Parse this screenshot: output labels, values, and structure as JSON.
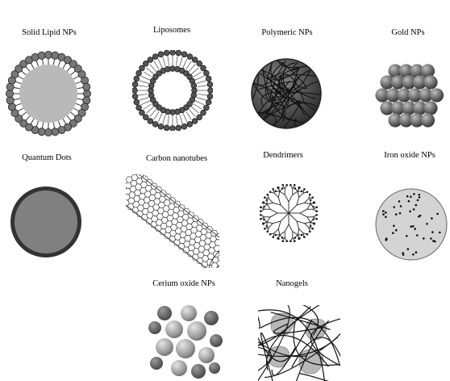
{
  "nanoparticles": [
    {
      "key": "sln",
      "label": "Solid Lipid NPs",
      "icon": "solid-lipid-nanoparticle-icon"
    },
    {
      "key": "lipo",
      "label": "Liposomes",
      "icon": "liposome-icon"
    },
    {
      "key": "poly",
      "label": "Polymeric  NPs",
      "icon": "polymeric-nanoparticle-icon"
    },
    {
      "key": "gold",
      "label": "Gold NPs",
      "icon": "gold-nanoparticle-icon"
    },
    {
      "key": "qd",
      "label": "Quantum  Dots",
      "icon": "quantum-dot-icon"
    },
    {
      "key": "cnt",
      "label": "Carbon nanotubes",
      "icon": "carbon-nanotube-icon"
    },
    {
      "key": "dend",
      "label": "Dendrimers",
      "icon": "dendrimer-icon"
    },
    {
      "key": "iron",
      "label": "Iron oxide NPs",
      "icon": "iron-oxide-nanoparticle-icon"
    },
    {
      "key": "cer",
      "label": "Cerium  oxide NPs",
      "icon": "cerium-oxide-nanoparticle-icon"
    },
    {
      "key": "gel",
      "label": "Nanogels",
      "icon": "nanogel-icon"
    }
  ]
}
